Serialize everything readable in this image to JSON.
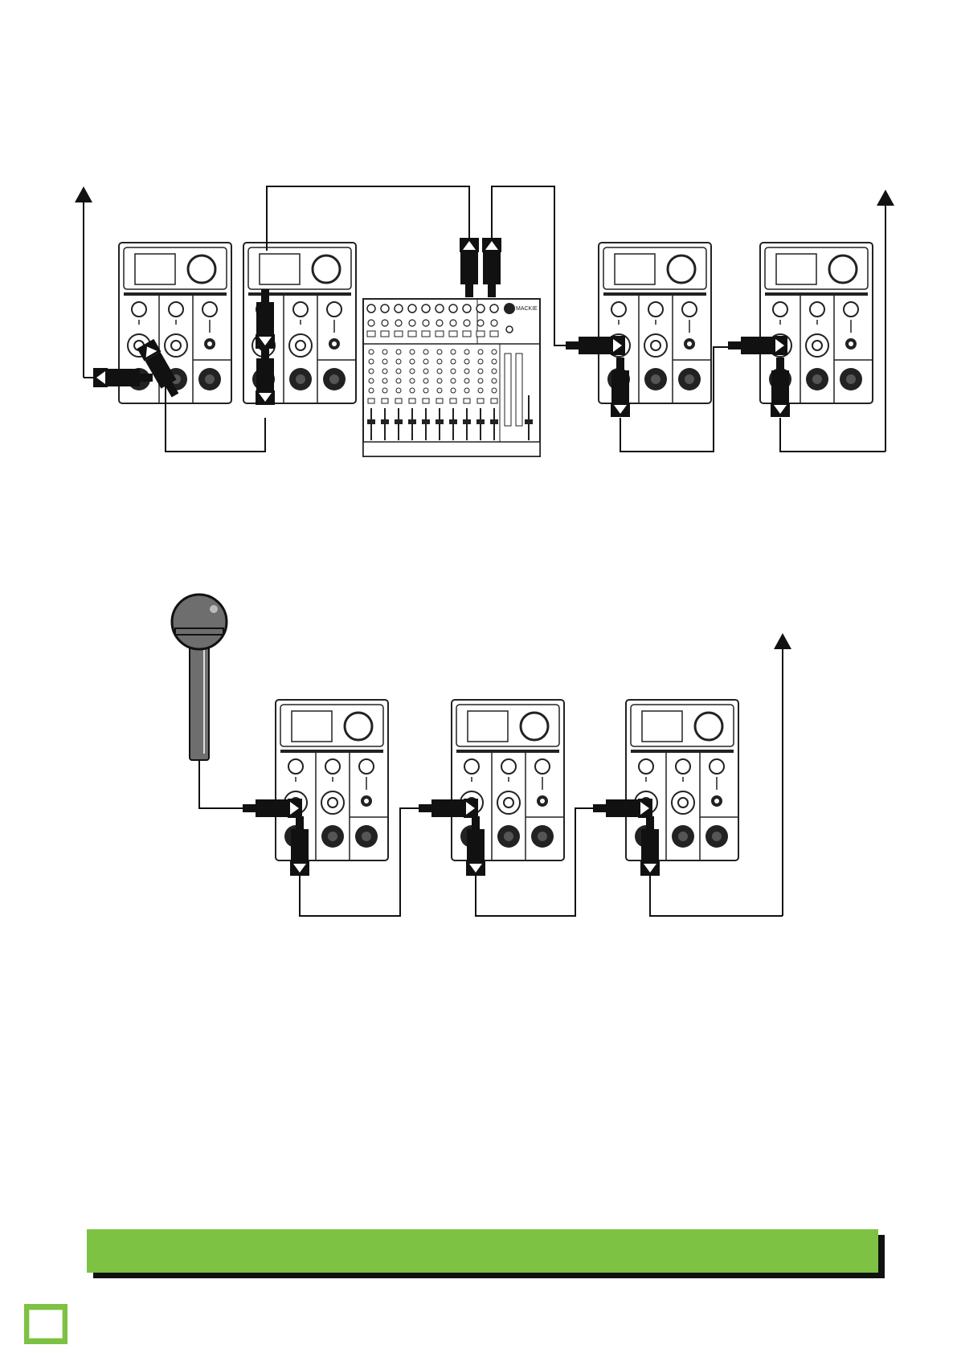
{
  "colors": {
    "accent": "#7dc242",
    "ink": "#111111",
    "panel": "#ffffff",
    "mic_body": "#6e6e6e"
  },
  "banner": {
    "text": ""
  },
  "page": {
    "number": ""
  },
  "diagrams": [
    {
      "name": "mixer-daisy-chain",
      "description_icons": [
        "speaker-panel",
        "speaker-panel",
        "mixer",
        "speaker-panel",
        "speaker-panel"
      ]
    },
    {
      "name": "mic-daisy-chain",
      "description_icons": [
        "microphone",
        "speaker-panel",
        "speaker-panel",
        "speaker-panel"
      ]
    }
  ],
  "mixer": {
    "brand": "MACKIE"
  }
}
